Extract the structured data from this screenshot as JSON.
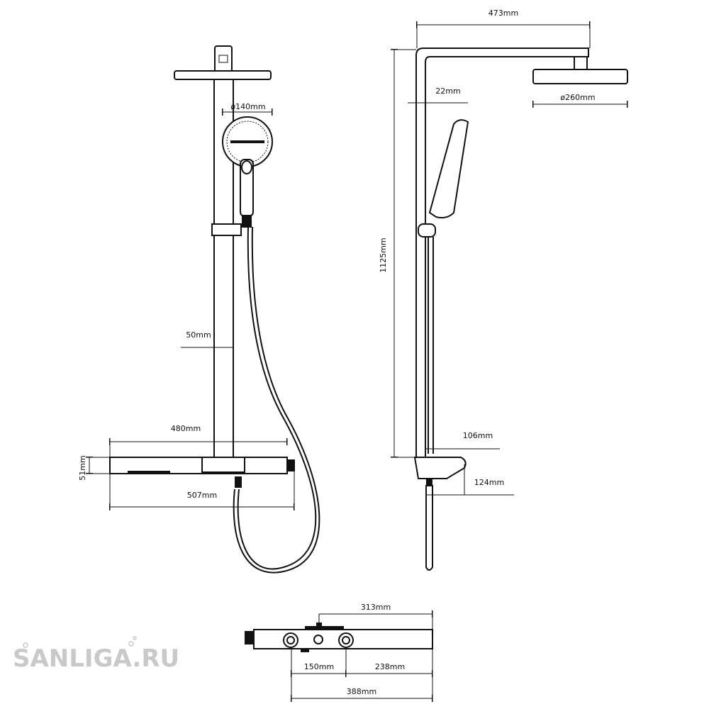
{
  "logo": {
    "text": "SANLIGA.RU",
    "color": "#c9c9c9"
  },
  "front_view": {
    "handshower_diameter": "ø140mm",
    "pole_width": "50mm",
    "shelf_width": "480mm",
    "shelf_height": "51mm",
    "overall_width": "507mm"
  },
  "side_view": {
    "arm_length": "473mm",
    "wall_gap": "22mm",
    "head_diameter": "ø260mm",
    "height": "1125mm",
    "shelf_depth": "106mm",
    "total_depth": "124mm"
  },
  "bottom_view": {
    "outlet_offset": "313mm",
    "inlet_spacing": "150mm",
    "right_length": "238mm",
    "total_length": "388mm"
  }
}
